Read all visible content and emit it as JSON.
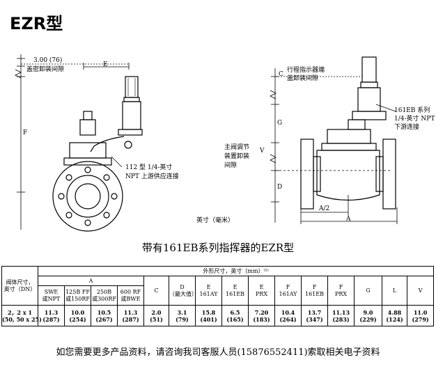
{
  "title": "EZR型",
  "left_view": {
    "clearance_value": "3.00 (76)",
    "clearance_label": "盖密卸装间隙",
    "dim_e": "E",
    "dim_f": "F",
    "pilot_supply_label_1": "112 型 1/4-英寸",
    "pilot_supply_label_2": "NPT 上游供应连接"
  },
  "right_view": {
    "travel_indicator_1": "行程指示器端",
    "travel_indicator_2": "盖卸装间隙",
    "dim_c": "C",
    "dim_g": "G",
    "dim_v": "V",
    "dim_d": "D",
    "dim_a2": "A/2",
    "dim_a": "A",
    "main_valve_1": "主阀调节",
    "main_valve_2": "装置卸装",
    "main_valve_3": "间隙",
    "series_1": "161EB 系列",
    "series_2": "1/4-英寸 NPT",
    "series_3": "下游连接",
    "units": "英寸（毫米）"
  },
  "caption": "带有161EB系列指挥器的EZR型",
  "table": {
    "header_main": "外形尺寸，英寸（mm）⁽¹⁾",
    "body_size_1": "阀体尺寸，",
    "body_size_2": "英寸（DN）",
    "col_a": "A",
    "a_sub": [
      {
        "l1": "SWE",
        "l2": "或NPT"
      },
      {
        "l1": "125B FF",
        "l2": "或150RF"
      },
      {
        "l1": "250B",
        "l2": "或300RF"
      },
      {
        "l1": "600 RF",
        "l2": "或BWE"
      }
    ],
    "col_c": "C",
    "col_d": {
      "l1": "D",
      "l2": "（最大值）"
    },
    "col_e": [
      {
        "l1": "E",
        "l2": "161AY"
      },
      {
        "l1": "E",
        "l2": "161EB"
      },
      {
        "l1": "E",
        "l2": "PRX"
      }
    ],
    "col_f": [
      {
        "l1": "F",
        "l2": "161AY"
      },
      {
        "l1": "F",
        "l2": "161EB"
      },
      {
        "l1": "F",
        "l2": "PRX"
      }
    ],
    "col_g": "G",
    "col_l": "L",
    "col_v": "V",
    "row_size_1": "2，2 x 1",
    "row_size_2": "(50, 50 x 25)",
    "inch_values": [
      "11.3",
      "10.0",
      "10.5",
      "11.3",
      "2.0",
      "3.1",
      "15.8",
      "6.5",
      "7.20",
      "10.4",
      "13.7",
      "11.13",
      "9.0",
      "4.88",
      "11.0"
    ],
    "mm_values": [
      "(287)",
      "(254)",
      "(267)",
      "(287)",
      "(51)",
      "(79)",
      "(401)",
      "(165)",
      "(183)",
      "(264)",
      "(347)",
      "(283)",
      "(229)",
      "(124)",
      "(279)"
    ]
  },
  "footer": "如您需要更多产品资料，请咨询我司客服人员(15876552411)索取相关电子资料"
}
